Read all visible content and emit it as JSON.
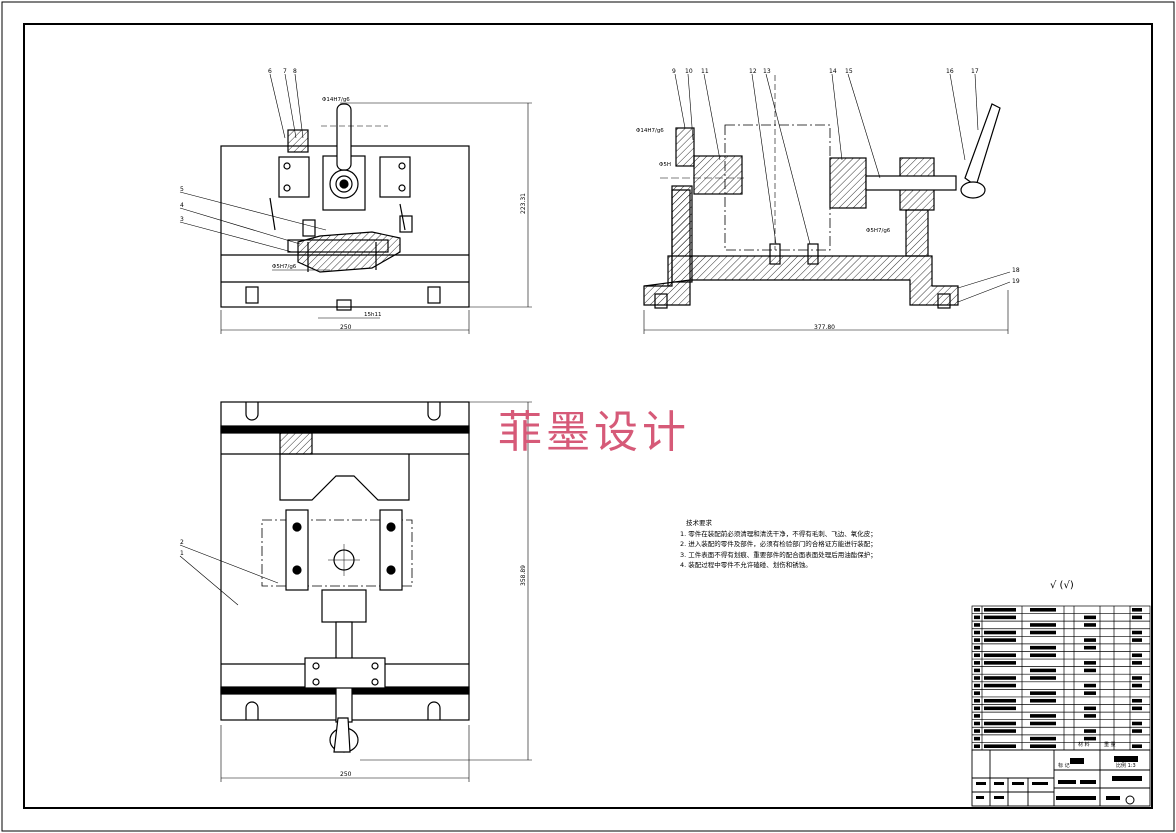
{
  "watermark": "菲墨设计",
  "notes": {
    "title": "技术要求",
    "items": [
      "1. 零件在装配前必须清理和清洗干净，不得有毛刺、飞边、氧化皮；",
      "2. 进入装配的零件及部件，必须有检验部门的合格证方能进行装配；",
      "3. 工件表面不得有划痕、重要部件的配合面表面处理后用油酯保护；",
      "4. 装配过程中零件不允许磕碰、划伤和锈蚀。"
    ]
  },
  "roughness": "√ (√)",
  "dimensions": {
    "front_width": "250",
    "front_height": "223.31",
    "front_fit_top": "Φ14H7/g6",
    "front_fit_bottom": "Φ5H7/g6",
    "front_key": "15h11",
    "side_width": "377.80",
    "side_fit_top": "Φ14H7/g6",
    "side_fit_mid": "Φ5H7/g6",
    "side_hole": "Φ5H",
    "top_width": "250",
    "top_height": "358.89"
  },
  "balloons": {
    "front_top": [
      "6",
      "7",
      "8"
    ],
    "front_left": [
      "5",
      "4",
      "3"
    ],
    "side_top": [
      "9",
      "10",
      "11",
      "12",
      "13",
      "14",
      "15",
      "16",
      "17"
    ],
    "side_right": [
      "18",
      "19"
    ],
    "top_left": [
      "2",
      "1"
    ]
  },
  "title_block": {
    "cells": [
      "比例 1:3",
      "标 记",
      "材 料",
      "重 量"
    ]
  },
  "colors": {
    "line": "#000000",
    "watermark": "#d65a78",
    "paper": "#ffffff"
  }
}
